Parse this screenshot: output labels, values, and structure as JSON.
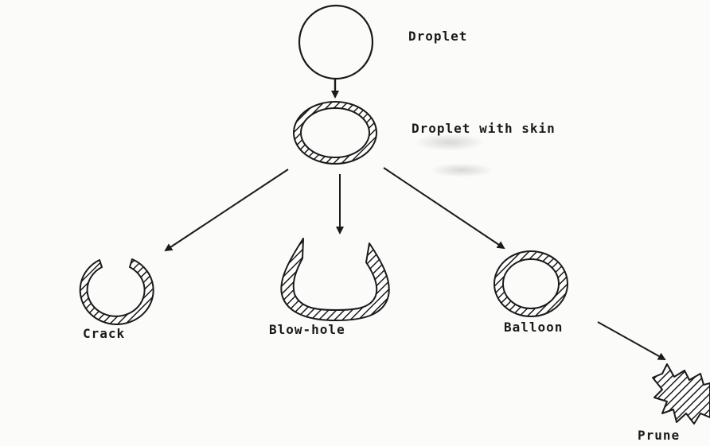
{
  "labels": {
    "droplet": "Droplet",
    "droplet_with_skin": "Droplet with skin",
    "crack": "Crack",
    "blow_hole": "Blow-hole",
    "balloon": "Balloon",
    "prune": "Prune"
  },
  "colors": {
    "ink": "#1a1a1a",
    "paper": "#fbfbf9"
  }
}
